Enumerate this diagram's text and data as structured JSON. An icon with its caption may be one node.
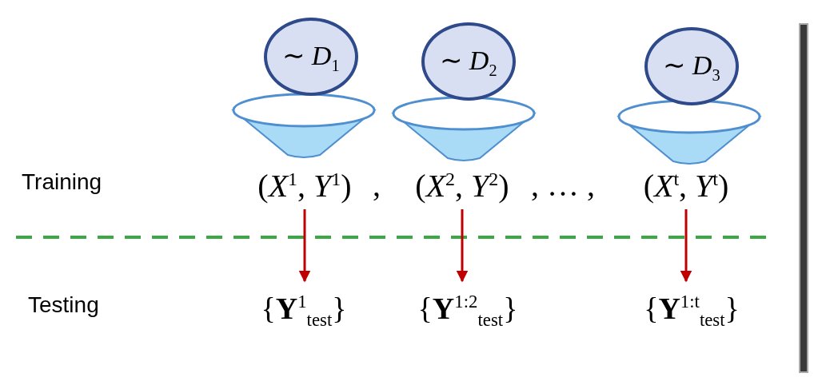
{
  "diagram": {
    "nodes": [
      {
        "text": [
          "∼ *D*$_{1}$"
        ]
      },
      {
        "text": [
          "∼ *D*$_{2}$"
        ]
      },
      {
        "text": [
          "∼ *D*$_{3}$"
        ]
      },
      {
        "text": [
          "(*X*$^{1}$, *Y*$^{1}$)"
        ]
      },
      {
        "text": [
          "(*X*$^{2}$, *Y*$^{2}$)"
        ]
      },
      {
        "text": [
          "(*X*$^{t}$, *Y*$^{t}$)"
        ]
      },
      {
        "text": [
          "{**Y**$^{1}$$_{test}$}"
        ]
      },
      {
        "text": [
          "{**Y**$^{1:2}$$_{test}$}"
        ]
      },
      {
        "text": [
          "{**Y**$^{1:t}$$_{test}$}"
        ]
      }
    ],
    "edges": [
      {
        "from": 3,
        "to": 6,
        "arrow": "to"
      },
      {
        "from": 4,
        "to": 7,
        "arrow": "to"
      },
      {
        "from": 5,
        "to": 8,
        "arrow": "to"
      }
    ],
    "labels": [
      "Training",
      ",",
      ", … ,",
      "Testing"
    ]
  }
}
